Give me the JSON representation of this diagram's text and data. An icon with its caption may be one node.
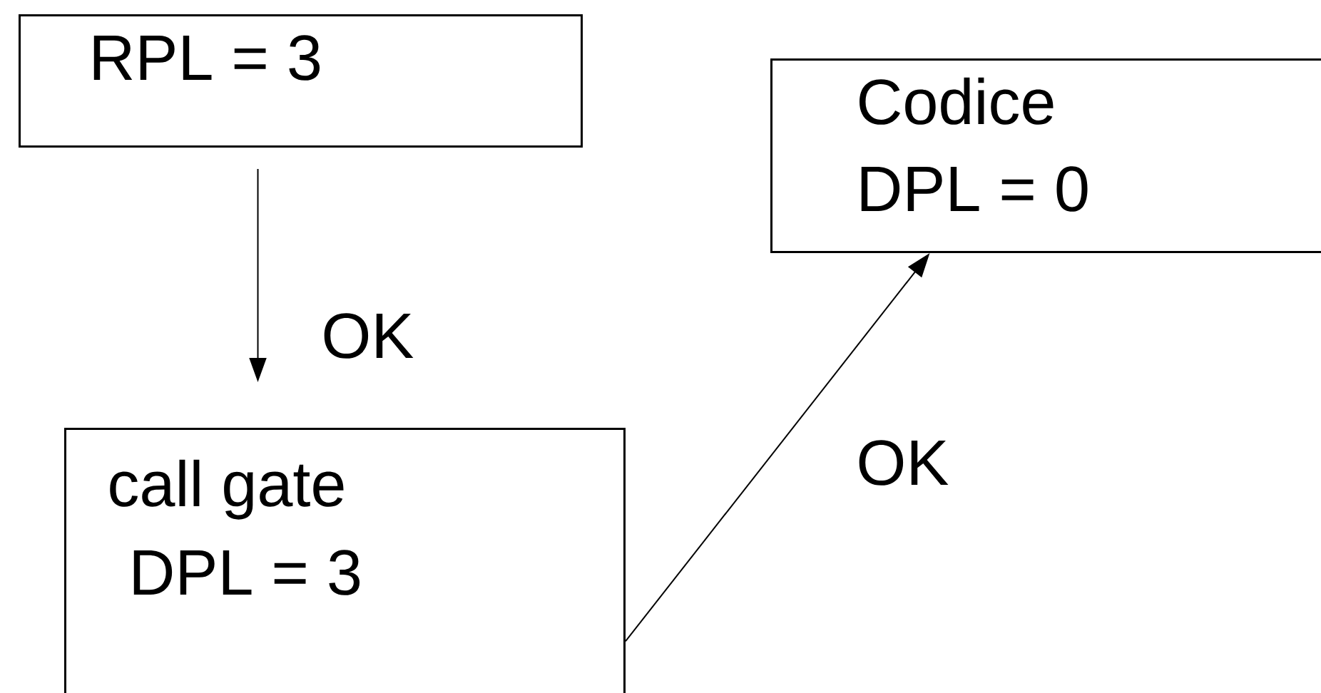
{
  "diagram": {
    "nodes": [
      {
        "text": [
          "RPL = 3"
        ]
      },
      {
        "text": [
          "call gate",
          "DPL = 3"
        ]
      },
      {
        "text": [
          "Codice",
          "DPL = 0"
        ]
      }
    ],
    "edges": [
      {
        "from": 0,
        "to": 1,
        "arrow": "to",
        "label": "OK"
      },
      {
        "from": 1,
        "to": 2,
        "arrow": "to",
        "label": "OK"
      }
    ]
  }
}
